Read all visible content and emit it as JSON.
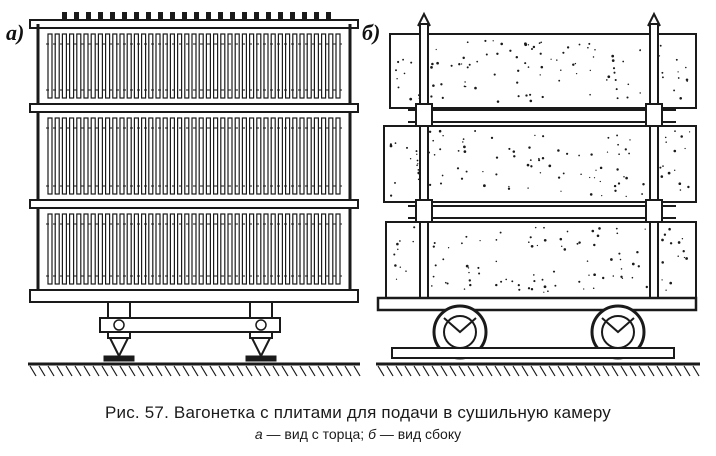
{
  "figure": {
    "panel_a_label": "а)",
    "panel_b_label": "б)"
  },
  "caption": {
    "title": "Рис. 57. Вагонетка с плитами для подачи в сушильную камеру",
    "sub_a_letter": "а",
    "sub_a_text": " — вид с торца; ",
    "sub_b_letter": "б",
    "sub_b_text": " — вид сбоку"
  },
  "colors": {
    "ink": "#1a1a1a",
    "paper": "#ffffff"
  }
}
